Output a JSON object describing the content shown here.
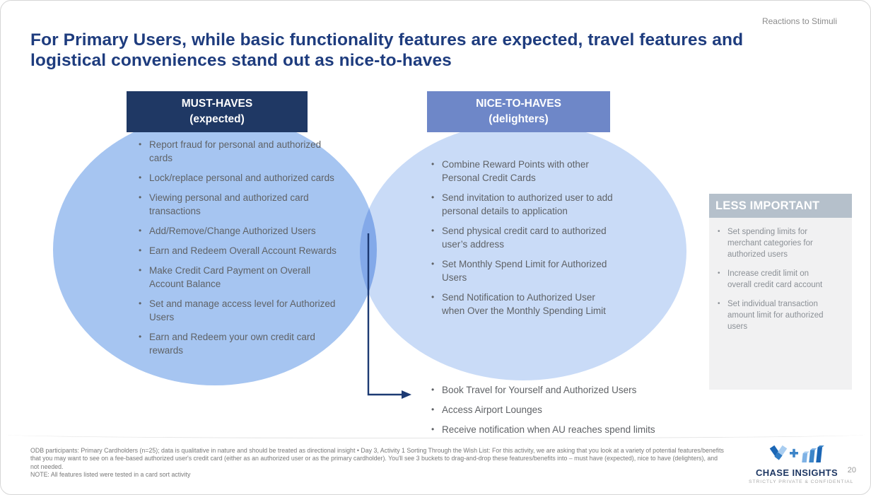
{
  "page": {
    "eyebrow": "Reactions to Stimuli",
    "title": "For Primary Users, while basic functionality features are expected, travel features and\nlogistical conveniences stand out as nice-to-haves",
    "page_number": "20"
  },
  "must_haves": {
    "title": "MUST-HAVES",
    "subtitle": "(expected)",
    "items": [
      "Report fraud for personal and authorized\ncards",
      "Lock/replace personal and authorized cards",
      "Viewing personal and authorized card\ntransactions",
      "Add/Remove/Change Authorized Users",
      "Earn and Redeem Overall Account Rewards",
      "Make Credit Card Payment on Overall\nAccount Balance",
      "Set and manage access level for Authorized\nUsers",
      "Earn and Redeem your own credit card\nrewards"
    ]
  },
  "nice_to_haves": {
    "title": "NICE-TO-HAVES",
    "subtitle": "(delighters)",
    "items": [
      "Combine Reward Points with other\nPersonal Credit Cards",
      "Send invitation to authorized user to add\npersonal details to application",
      "Send physical credit card to authorized\nuser’s address",
      "Set Monthly Spend Limit for Authorized\nUsers",
      "Send Notification to Authorized User\nwhen Over the Monthly Spending Limit"
    ],
    "overflow_items": [
      "Book Travel for Yourself and Authorized Users",
      "Access Airport Lounges",
      "Receive notification when AU reaches spend limits"
    ]
  },
  "less_important": {
    "title": "LESS IMPORTANT",
    "items": [
      "Set spending limits for\nmerchant categories for\nauthorized users",
      "Increase credit limit on\noverall credit card account",
      "Set individual transaction\namount limit for authorized\nusers"
    ]
  },
  "footnote": {
    "lines": [
      "ODB participants: Primary Cardholders (n=25); data is qualitative in nature and should be treated as directional insight • Day 3, Activity 1 Sorting Through the Wish List: For this activity, we are asking that you look at a variety of potential features/benefits",
      "that you may want to see on a fee-based authorized user's credit card (either as an authorized user or as the primary cardholder).  You'll see 3 buckets to drag-and-drop these features/benefits into – must have (expected), nice to have (delighters), and",
      "not needed.",
      "NOTE: All features listed were tested in a card sort activity"
    ]
  },
  "branding": {
    "name": "CHASE INSIGHTS",
    "tagline": "STRICTLY PRIVATE & CONFIDENTIAL"
  },
  "colors": {
    "navy": "#1f3864",
    "title_blue": "#1e3c7e",
    "medium_blue": "#6e87c8",
    "left_circle": "#a6c5f1",
    "right_circle": "#c9dbf7",
    "less_header_gray": "#b5c0cb",
    "less_body_gray": "#f1f1f2",
    "body_text_gray": "#5f6266"
  }
}
